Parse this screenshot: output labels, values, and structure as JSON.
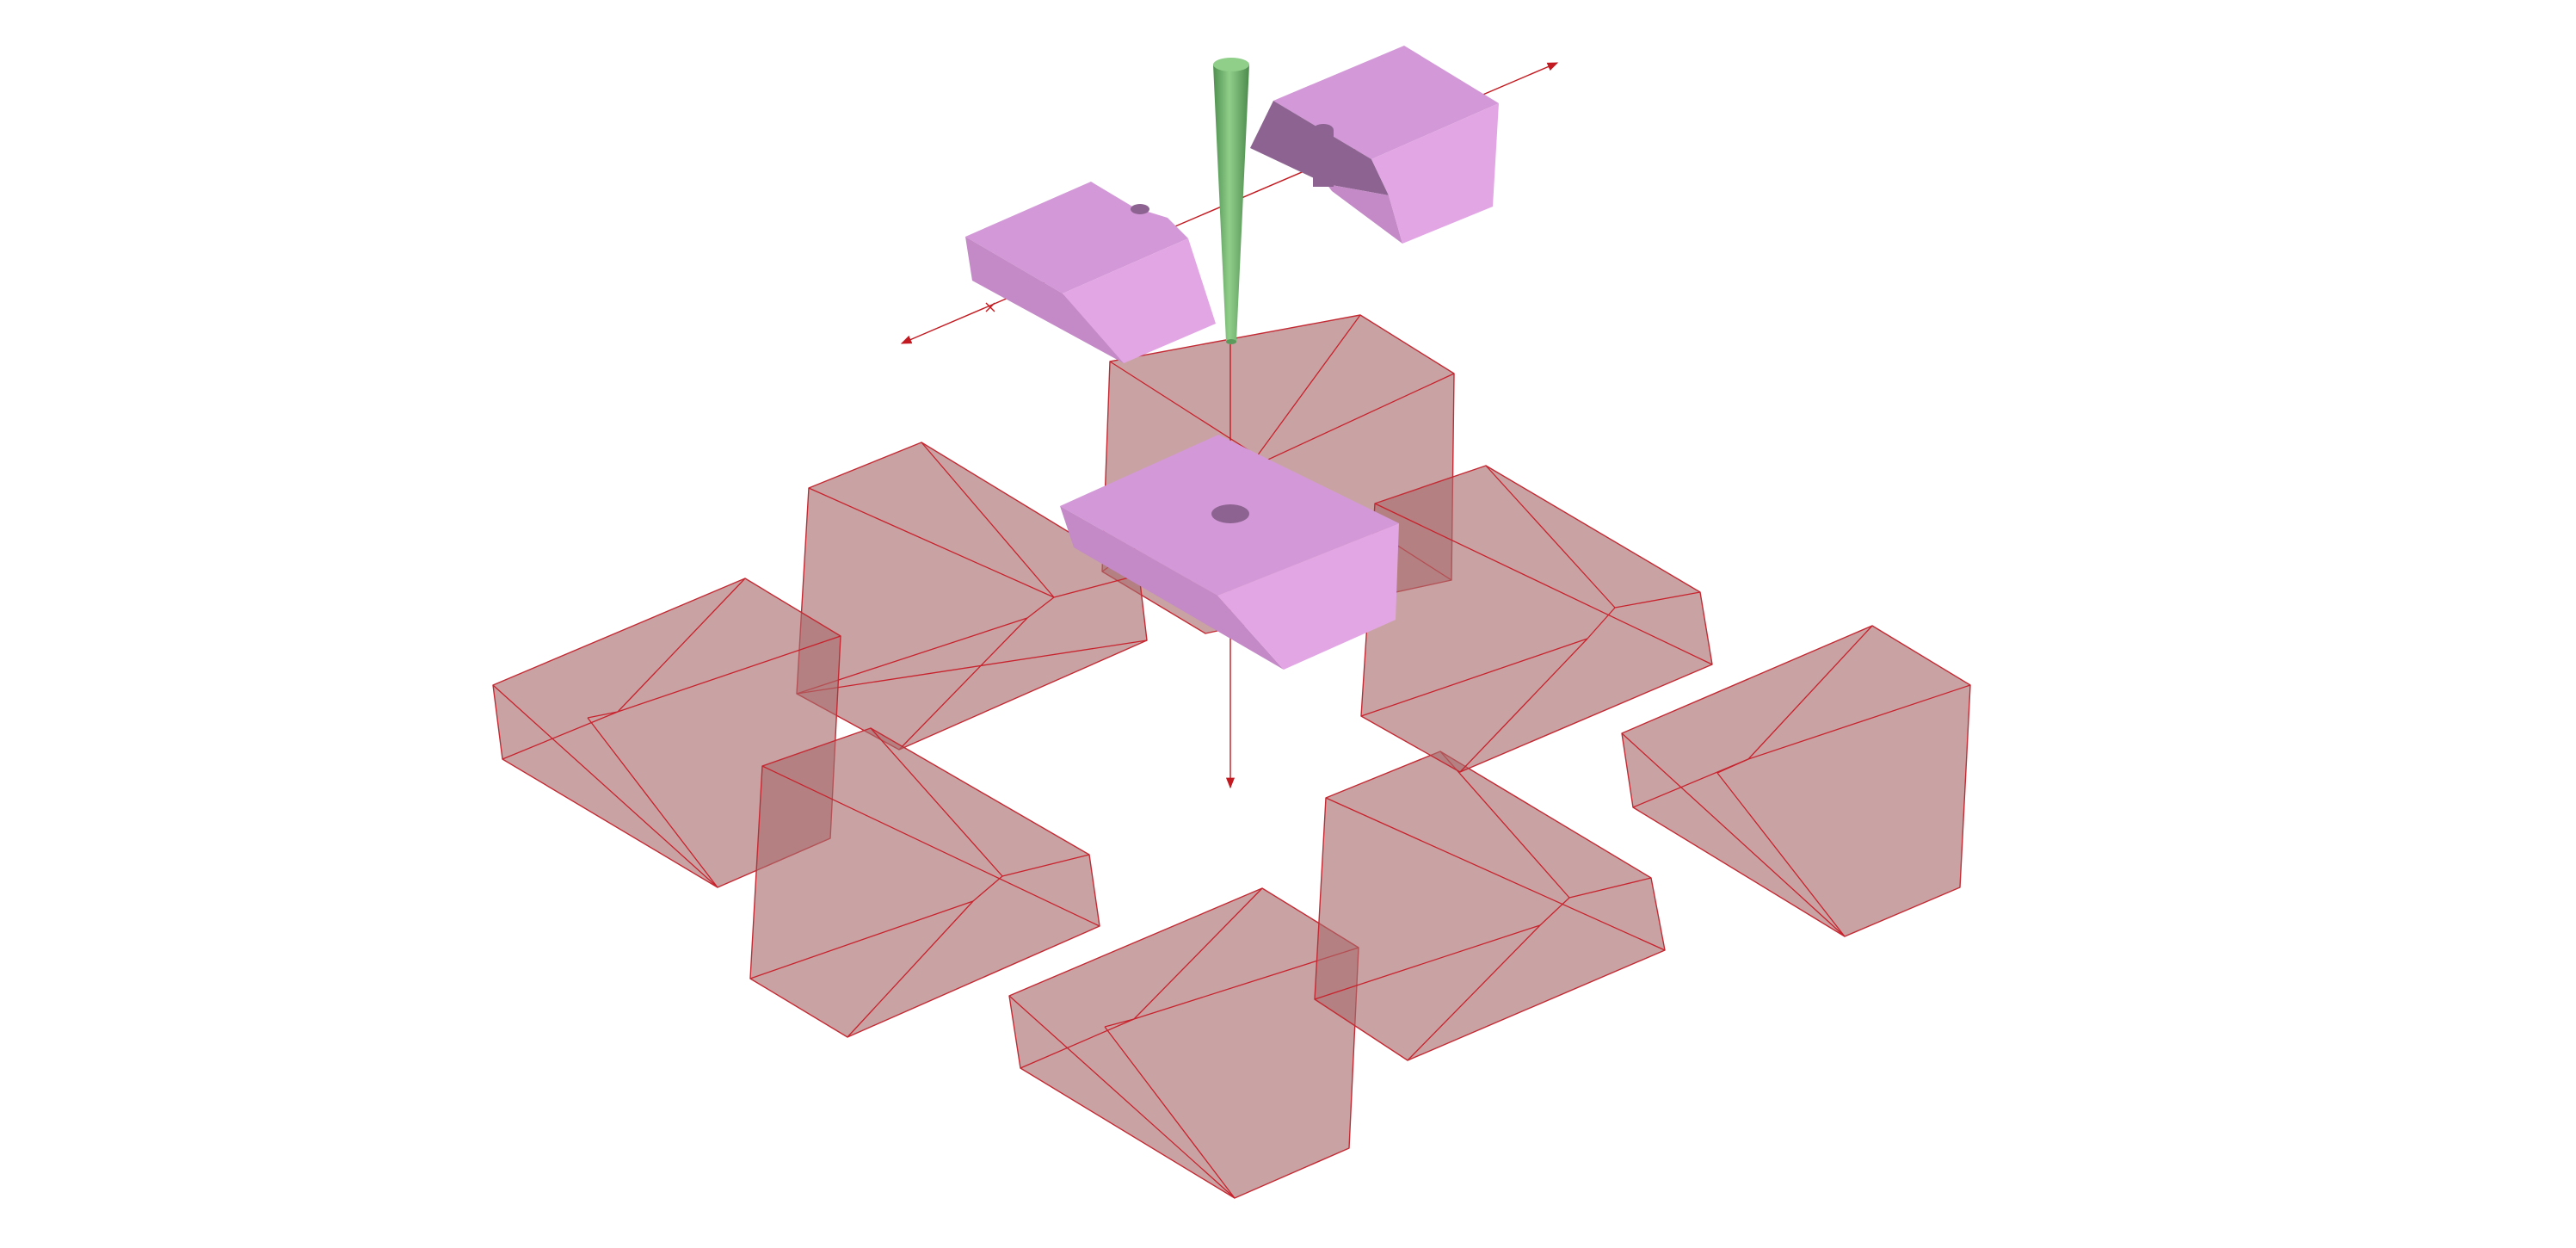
{
  "scene": {
    "background": "#ffffff",
    "colors": {
      "tool": "#6aa86a",
      "tool_highlight": "#8fcf8a",
      "part_top": "#d398d7",
      "part_front": "#e2a6e4",
      "part_shadow": "#8d6491",
      "ghost_fill": "#a86a6c",
      "ghost_edge": "#c42a33",
      "axis": "#c21a20"
    },
    "objects": {
      "tool": "tapered-cylinder-tool",
      "fixture_left": "clamp-block",
      "fixture_right": "clamp-block",
      "workpiece": "block-with-hole",
      "ghost_positions": 8
    }
  }
}
